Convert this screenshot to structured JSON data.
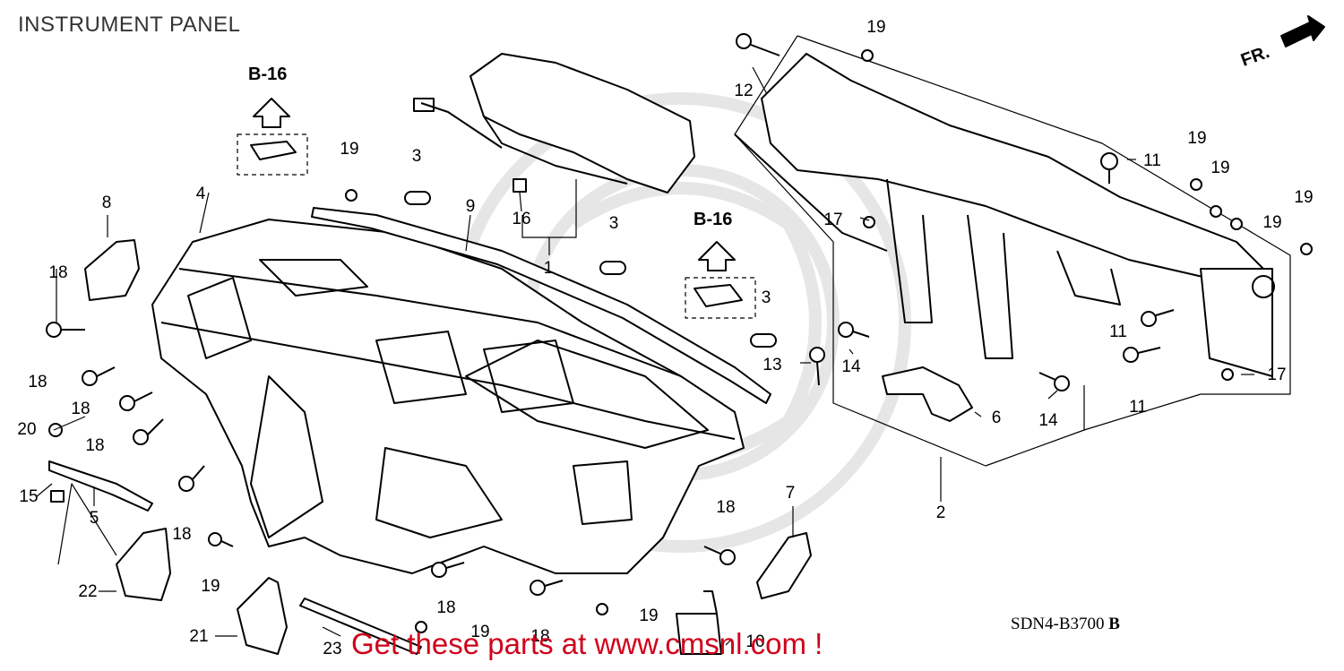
{
  "title": "INSTRUMENT PANEL",
  "fr_label": "FR.",
  "ref_labels": [
    "B-16",
    "B-16"
  ],
  "diagram_code": "SDN4-B3700",
  "diagram_code_suffix": "B",
  "promo_text": "Get these parts at www.cmsnl.com !",
  "colors": {
    "line": "#000000",
    "promo": "#d0021b",
    "watermark": "#e6e6e6"
  },
  "callouts": [
    {
      "id": "c1",
      "text": "1"
    },
    {
      "id": "c2",
      "text": "2"
    },
    {
      "id": "c3a",
      "text": "3"
    },
    {
      "id": "c3b",
      "text": "3"
    },
    {
      "id": "c3c",
      "text": "3"
    },
    {
      "id": "c4",
      "text": "4"
    },
    {
      "id": "c5",
      "text": "5"
    },
    {
      "id": "c6",
      "text": "6"
    },
    {
      "id": "c7",
      "text": "7"
    },
    {
      "id": "c8",
      "text": "8"
    },
    {
      "id": "c9",
      "text": "9"
    },
    {
      "id": "c10",
      "text": "10"
    },
    {
      "id": "c11a",
      "text": "11"
    },
    {
      "id": "c11b",
      "text": "11"
    },
    {
      "id": "c11c",
      "text": "11"
    },
    {
      "id": "c12",
      "text": "12"
    },
    {
      "id": "c13",
      "text": "13"
    },
    {
      "id": "c14a",
      "text": "14"
    },
    {
      "id": "c14b",
      "text": "14"
    },
    {
      "id": "c15",
      "text": "15"
    },
    {
      "id": "c16",
      "text": "16"
    },
    {
      "id": "c17a",
      "text": "17"
    },
    {
      "id": "c17b",
      "text": "17"
    },
    {
      "id": "c18a",
      "text": "18"
    },
    {
      "id": "c18b",
      "text": "18"
    },
    {
      "id": "c18c",
      "text": "18"
    },
    {
      "id": "c18d",
      "text": "18"
    },
    {
      "id": "c18e",
      "text": "18"
    },
    {
      "id": "c18f",
      "text": "18"
    },
    {
      "id": "c18g",
      "text": "18"
    },
    {
      "id": "c18h",
      "text": "18"
    },
    {
      "id": "c19a",
      "text": "19"
    },
    {
      "id": "c19b",
      "text": "19"
    },
    {
      "id": "c19c",
      "text": "19"
    },
    {
      "id": "c19d",
      "text": "19"
    },
    {
      "id": "c19e",
      "text": "19"
    },
    {
      "id": "c19f",
      "text": "19"
    },
    {
      "id": "c19g",
      "text": "19"
    },
    {
      "id": "c19h",
      "text": "19"
    },
    {
      "id": "c19i",
      "text": "19"
    },
    {
      "id": "c19j",
      "text": "19"
    },
    {
      "id": "c20",
      "text": "20"
    },
    {
      "id": "c21",
      "text": "21"
    },
    {
      "id": "c22",
      "text": "22"
    },
    {
      "id": "c23",
      "text": "23"
    }
  ]
}
